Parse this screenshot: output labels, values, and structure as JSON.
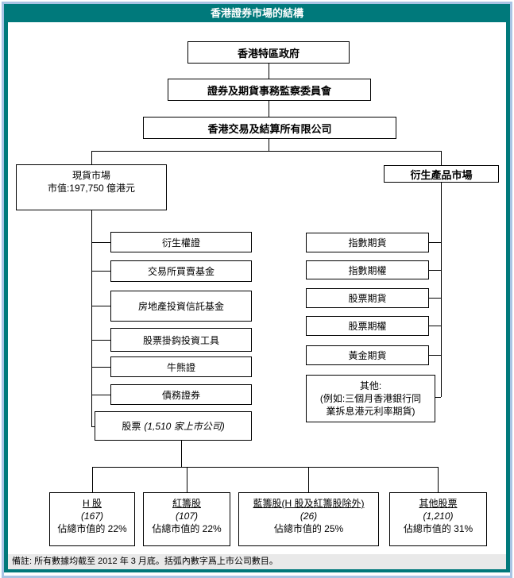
{
  "title": "香港證券市場的結構",
  "hierarchy": {
    "government": "香港特區政府",
    "regulator": "證券及期貨事務監察委員會",
    "exchange": "香港交易及結算所有限公司"
  },
  "cash_market": {
    "title": "現貨市場",
    "market_cap": "市值:197,750 億港元",
    "products": [
      "衍生權證",
      "交易所買賣基金",
      "房地產投資信託基金",
      "股票掛鈎投資工具",
      "牛熊證",
      "債務證券"
    ],
    "equities_label": "股票",
    "equities_note": "(1,510 家上市公司)",
    "breakdown": [
      {
        "name": "H 股",
        "count": "(167)",
        "share": "佔總市值的 22%"
      },
      {
        "name": "紅籌股",
        "count": "(107)",
        "share": "佔總市值的 22%"
      },
      {
        "name": "藍籌股(H 股及紅籌股除外)",
        "count": "(26)",
        "share": "佔總市值的 25%"
      },
      {
        "name": "其他股票",
        "count": "(1,210)",
        "share": "佔總市值的 31%"
      }
    ]
  },
  "derivatives_market": {
    "title": "衍生產品市場",
    "products": [
      "指數期貨",
      "指數期權",
      "股票期貨",
      "股票期權",
      "黃金期貨"
    ],
    "others_line1": "其他:",
    "others_line2": "(例如:三個月香港銀行同",
    "others_line3": "業拆息港元利率期貨)"
  },
  "footnote": "備註: 所有數據均截至 2012 年 3 月底。括弧內數字爲上市公司數目。",
  "colors": {
    "teal": "#00797b",
    "outer_border": "#a9c4e4",
    "footer_bg": "#e9e9e9",
    "box_border": "#000000"
  }
}
